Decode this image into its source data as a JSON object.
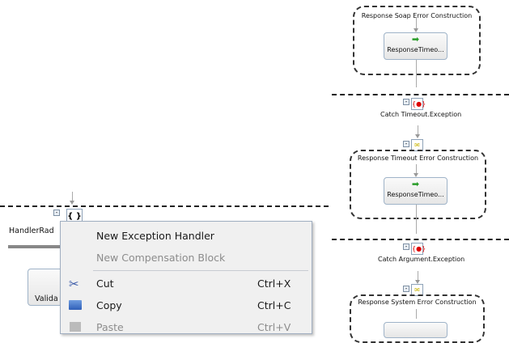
{
  "right_flow": {
    "scopes": [
      {
        "title": "Response Soap Error Construction",
        "shape_label": "ResponseTimeo..."
      },
      {
        "title": "Response Timeout Error Construction",
        "shape_label": "ResponseTimeo..."
      },
      {
        "title": "Response System Error Construction"
      }
    ],
    "catches": [
      {
        "label": "Catch Timeout.Exception"
      },
      {
        "label": "Catch Argument.Exception"
      }
    ]
  },
  "left_flow": {
    "handler_label": "HandlerRad",
    "shape_label": "Valida",
    "scope_icon": "{ }"
  },
  "context_menu": {
    "items": [
      {
        "label": "New Exception Handler",
        "enabled": true
      },
      {
        "label": "New Compensation Block",
        "enabled": false
      },
      {
        "label": "Cut",
        "shortcut": "Ctrl+X",
        "icon": "scissors-icon",
        "enabled": true
      },
      {
        "label": "Copy",
        "shortcut": "Ctrl+C",
        "icon": "copy-icon",
        "enabled": true
      },
      {
        "label": "Paste",
        "shortcut": "Ctrl+V",
        "icon": "paste-icon",
        "enabled": false
      }
    ]
  }
}
